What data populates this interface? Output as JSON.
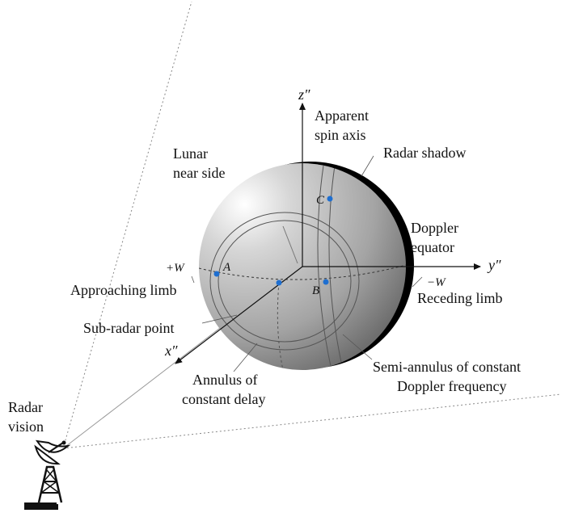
{
  "labels": {
    "lunar_near_side_1": "Lunar",
    "lunar_near_side_2": "near side",
    "apparent_spin_axis_1": "Apparent",
    "apparent_spin_axis_2": "spin axis",
    "radar_shadow": "Radar shadow",
    "doppler_equator_1": "Doppler",
    "doppler_equator_2": "equator",
    "approaching_limb": "Approaching limb",
    "receding_limb": "Receding limb",
    "sub_radar_point": "Sub-radar point",
    "annulus_1": "Annulus of",
    "annulus_2": "constant delay",
    "semi_annulus_1": "Semi-annulus of constant",
    "semi_annulus_2": "Doppler frequency",
    "radar_vision_1": "Radar",
    "radar_vision_2": "vision"
  },
  "axes": {
    "z": "z″",
    "y": "y″",
    "x": "x″"
  },
  "limb_marks": {
    "plus_w": "+W",
    "minus_w": "−W"
  },
  "points": {
    "a": "A",
    "b": "B",
    "c": "C"
  },
  "colors": {
    "point": "#1f6fd0",
    "shadow": "#000000",
    "sphere_light": "#f4f4f4",
    "sphere_dark": "#6e6e6e"
  },
  "icons": {
    "radar": "radar-antenna-icon"
  }
}
